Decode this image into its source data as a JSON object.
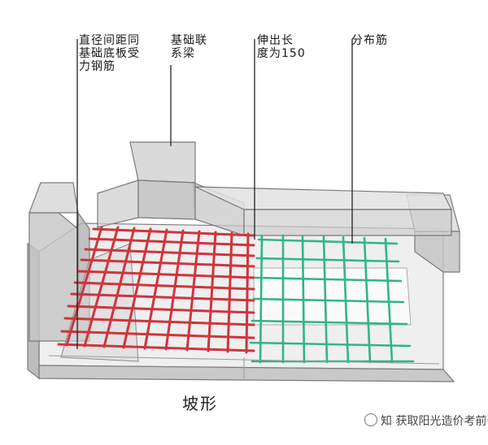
{
  "labels": {
    "bottom_bars": "直径间距同\n基础底板受\n力钢筋",
    "tie_beam": "基础联\n系梁",
    "extension": "伸出长\n度为150",
    "distribution_bars": "分布筋"
  },
  "caption": "坡形",
  "watermark": "知 获取阳光造价考前咨询",
  "colors": {
    "concrete_fill": "#d9d9d9",
    "concrete_stroke": "#7a7a7a",
    "red_rebar": "#d0343c",
    "teal_rebar": "#2fb58a",
    "leader_line": "#222222"
  }
}
